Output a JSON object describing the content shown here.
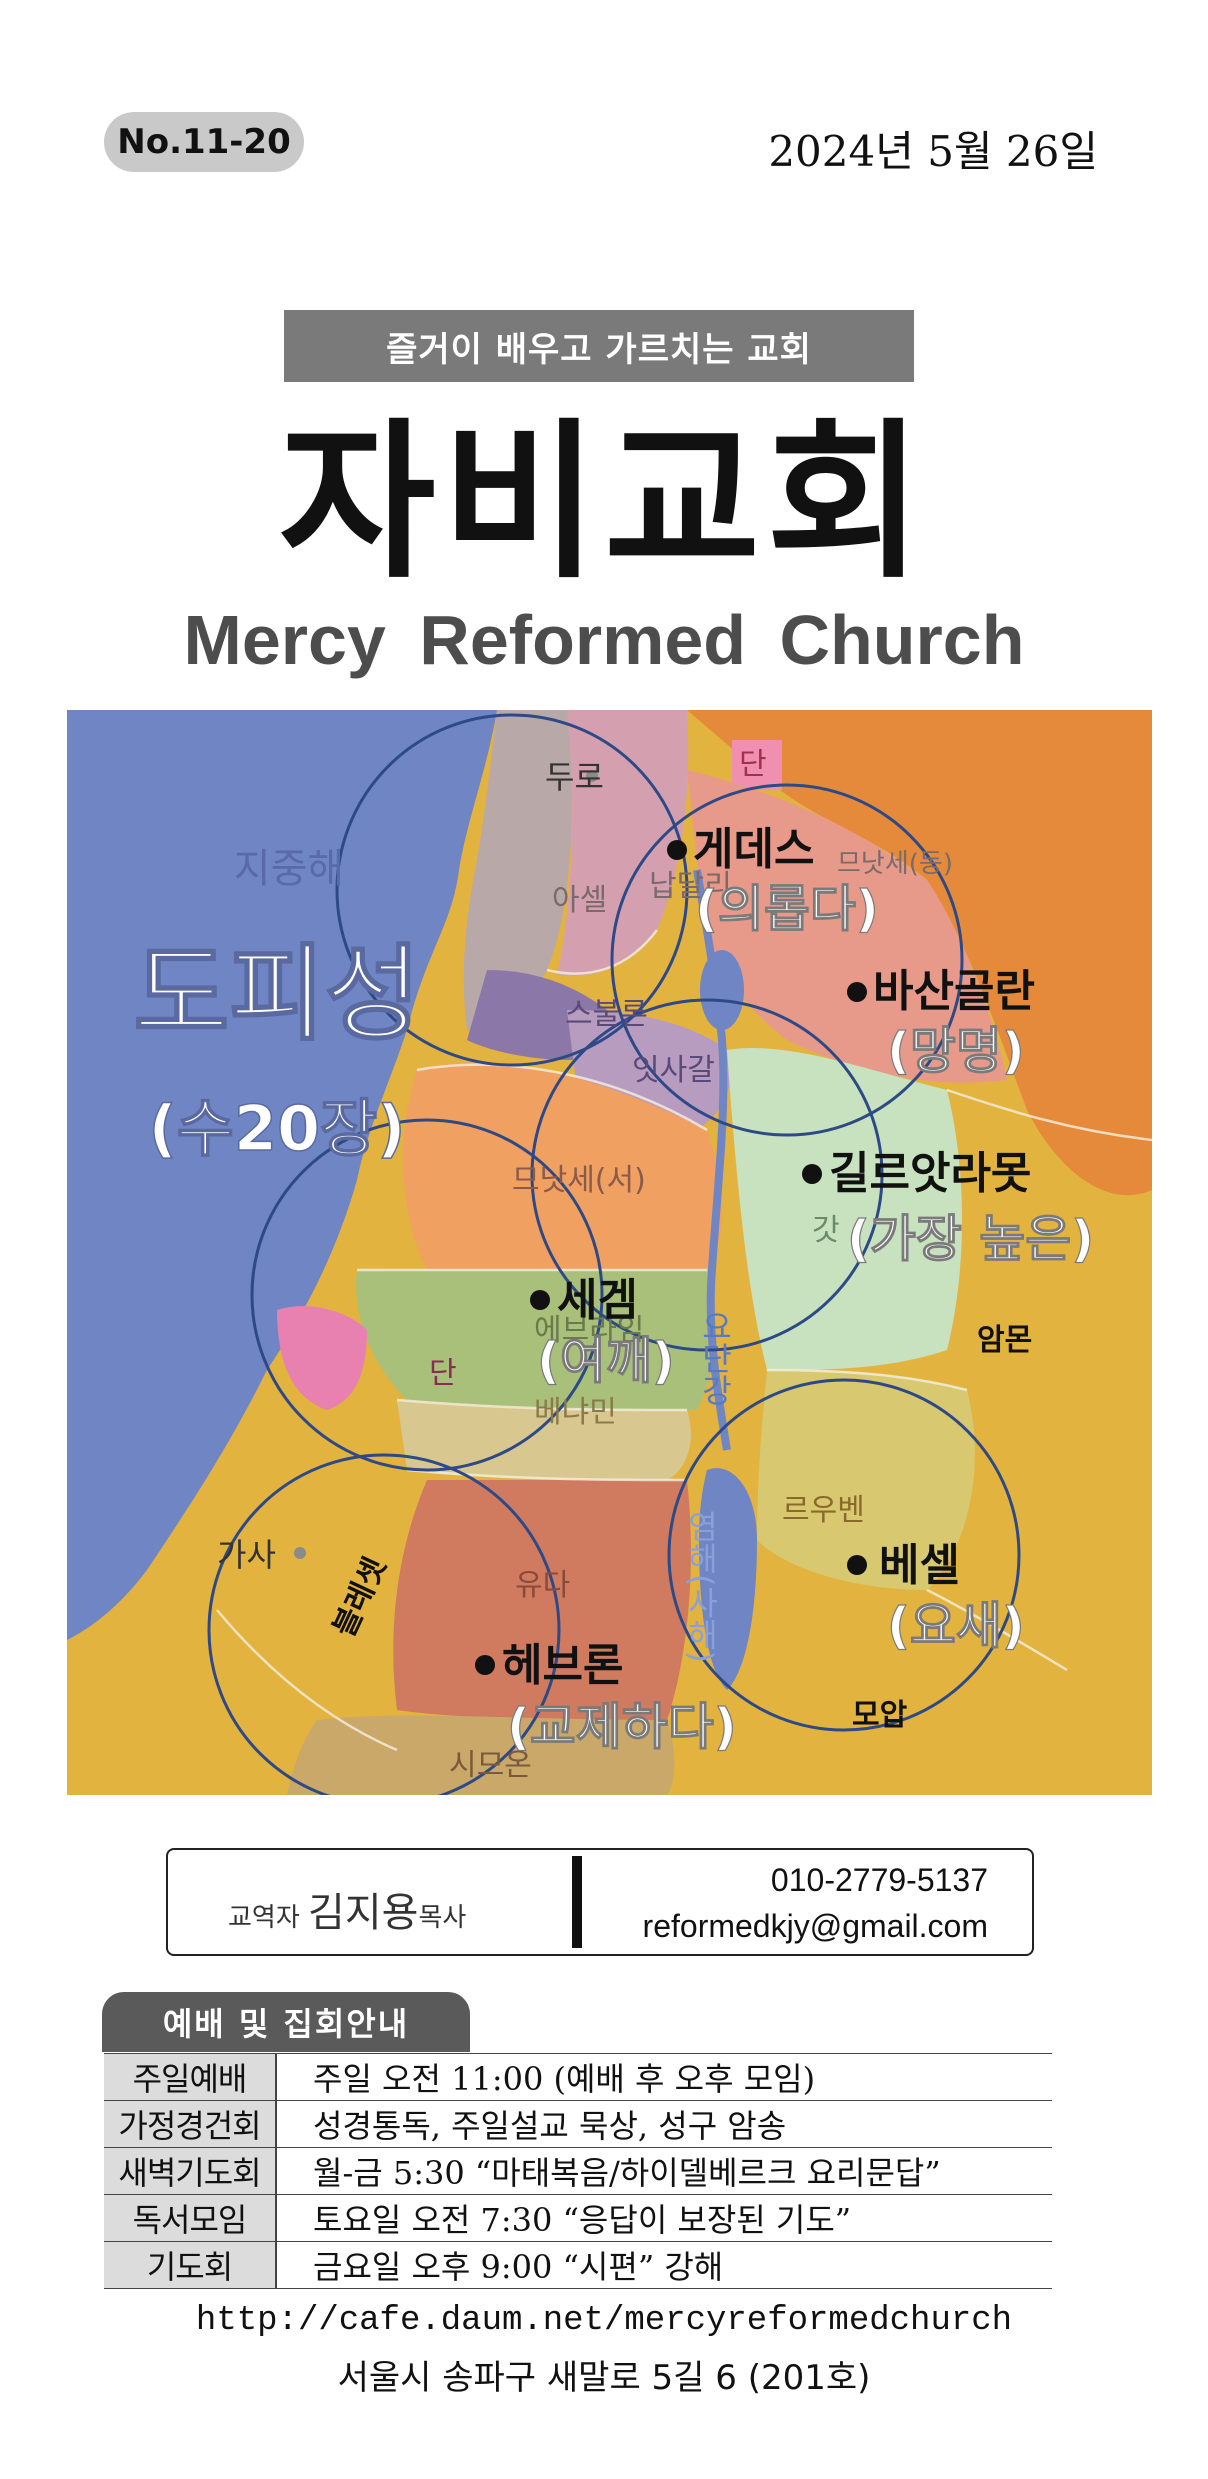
{
  "header": {
    "issue": "No.11-20",
    "date": "2024년  5월  26일"
  },
  "masthead": {
    "slogan": "즐거이 배우고 가르치는 교회",
    "church_name_ko": "자비교회",
    "church_name_en": "Mercy Reformed Church"
  },
  "map": {
    "title_big": "도피성",
    "title_sub": "(수20장)",
    "sea": "지중해",
    "regions": {
      "dan_north": "단",
      "asher": "아셀",
      "naphtali": "납달리",
      "manasseh_east": "므낫세(동)",
      "zebulun": "스불론",
      "issachar": "잇사갈",
      "manasseh_west": "므낫세(서)",
      "ephraim": "에브라임",
      "dan_west": "단",
      "benjamin": "베냐민",
      "gad": "갓",
      "ammon": "암몬",
      "reuben": "르우벤",
      "judah": "유다",
      "simeon": "시므온",
      "philistia": "블레셋",
      "moab": "모압"
    },
    "water": {
      "jordan": "요단강",
      "dead_sea": "염해(사해)"
    },
    "places": {
      "tyre": "두로",
      "gaza": "가사"
    },
    "cities": [
      {
        "name": "게데스",
        "meaning": "(의롭다)"
      },
      {
        "name": "바산골란",
        "meaning": "(망명)"
      },
      {
        "name": "길르앗라못",
        "meaning": "(가장 높은)"
      },
      {
        "name": "세겜",
        "meaning": "(여깨)"
      },
      {
        "name": "헤브론",
        "meaning": "(교제하다)"
      },
      {
        "name": "베셀",
        "meaning": "(요새)"
      }
    ]
  },
  "contact": {
    "role_prefix": "교역자",
    "pastor_name": "김지용",
    "role_suffix": "목사",
    "phone": "010-2779-5137",
    "email": "reformedkjy@gmail.com"
  },
  "schedule": {
    "title": "예배 및 집회안내",
    "rows": [
      {
        "label": "주일예배",
        "value": "주일 오전 11:00 (예배 후 오후 모임)"
      },
      {
        "label": "가정경건회",
        "value": "성경통독, 주일설교 묵상, 성구 암송"
      },
      {
        "label": "새벽기도회",
        "value": "월-금 5:30 “마태복음/하이델베르크 요리문답”"
      },
      {
        "label": "독서모임",
        "value": "토요일 오전 7:30 “응답이 보장된 기도”"
      },
      {
        "label": "기도회",
        "value": "금요일 오후 9:00 “시편” 강해"
      }
    ]
  },
  "footer": {
    "url": "http://cafe.daum.net/mercyreformedchurch",
    "address": "서울시 송파구 새말로 5길 6 (201호)"
  }
}
